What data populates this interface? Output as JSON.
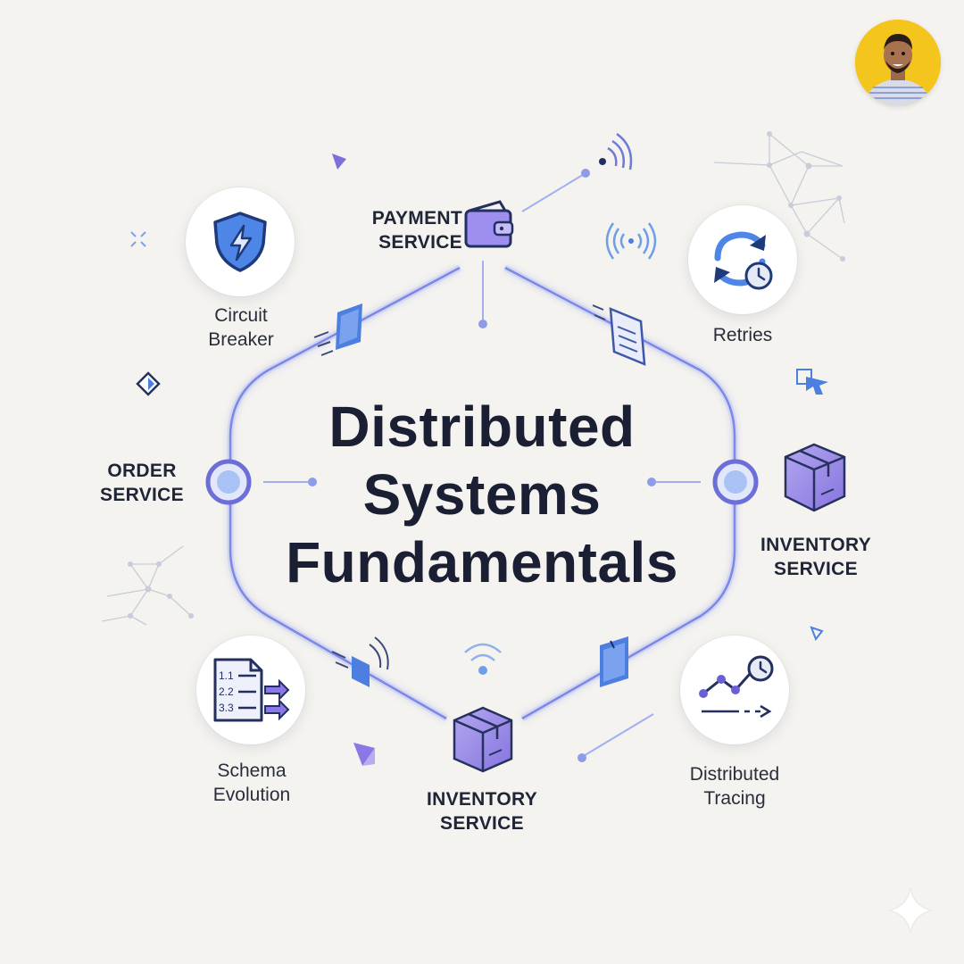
{
  "title": {
    "line1": "Distributed",
    "line2": "Systems",
    "line3": "Fundamentals"
  },
  "services": {
    "payment": {
      "line1": "PAYMENT",
      "line2": "SERVICE"
    },
    "order": {
      "line1": "ORDER",
      "line2": "SERVICE"
    },
    "inventory_right": {
      "line1": "INVENTORY",
      "line2": "SERVICE"
    },
    "inventory_bottom": {
      "line1": "INVENTORY",
      "line2": "SERVICE"
    }
  },
  "concepts": {
    "circuit_breaker": {
      "line1": "Circuit",
      "line2": "Breaker",
      "icon": "shield-lightning-icon"
    },
    "retries": {
      "line1": "Retries",
      "icon": "retry-clock-icon"
    },
    "schema_evolution": {
      "line1": "Schema",
      "line2": "Evolution",
      "icon": "schema-document-icon",
      "doc_lines": [
        "1.1",
        "2.2",
        "3.3"
      ]
    },
    "distributed_tracing": {
      "line1": "Distributed",
      "line2": "Tracing",
      "icon": "trace-graph-icon"
    }
  },
  "colors": {
    "background": "#f4f3ef",
    "accent_blue": "#4d7fe0",
    "accent_purple": "#8b78e6",
    "line": "#7d8ae8",
    "text": "#1b1f33",
    "avatar_bg": "#f4c51c"
  }
}
